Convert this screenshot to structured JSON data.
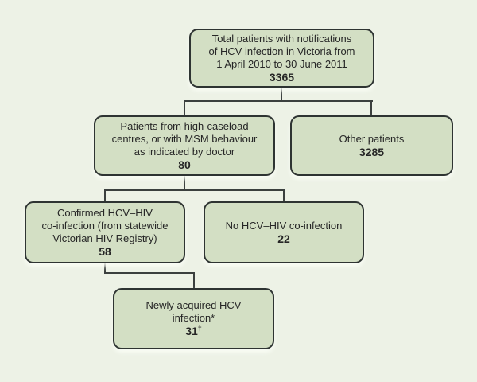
{
  "figure": {
    "description": "Flowchart of total patients with notifications of HCV infection in Victoria",
    "colors": {
      "background": "#edf2e6",
      "box_fill": "#d3dfc4",
      "box_border": "#2e3432",
      "connector": "#3b403e",
      "text": "#262626"
    }
  },
  "nodes": [
    {
      "id": "total-patients",
      "lines": [
        "Total patients with notifications",
        "of HCV infection in Victoria from",
        "1 April 2010 to 30 June 2011"
      ],
      "value": "3365",
      "value_suffix": ""
    },
    {
      "id": "high-caseload",
      "lines": [
        "Patients from high-caseload",
        "centres, or with MSM behaviour",
        "as indicated by doctor"
      ],
      "value": "80",
      "value_suffix": ""
    },
    {
      "id": "other-patients",
      "lines": [
        "Other patients"
      ],
      "value": "3285",
      "value_suffix": ""
    },
    {
      "id": "confirmed-coinfection",
      "lines": [
        "Confirmed HCV–HIV",
        "co-infection (from statewide",
        "Victorian HIV Registry)"
      ],
      "value": "58",
      "value_suffix": ""
    },
    {
      "id": "no-coinfection",
      "lines": [
        "No HCV–HIV co-infection"
      ],
      "value": "22",
      "value_suffix": ""
    },
    {
      "id": "newly-acquired",
      "lines": [
        "Newly acquired HCV",
        "infection*"
      ],
      "value": "31",
      "value_suffix": "†"
    }
  ]
}
